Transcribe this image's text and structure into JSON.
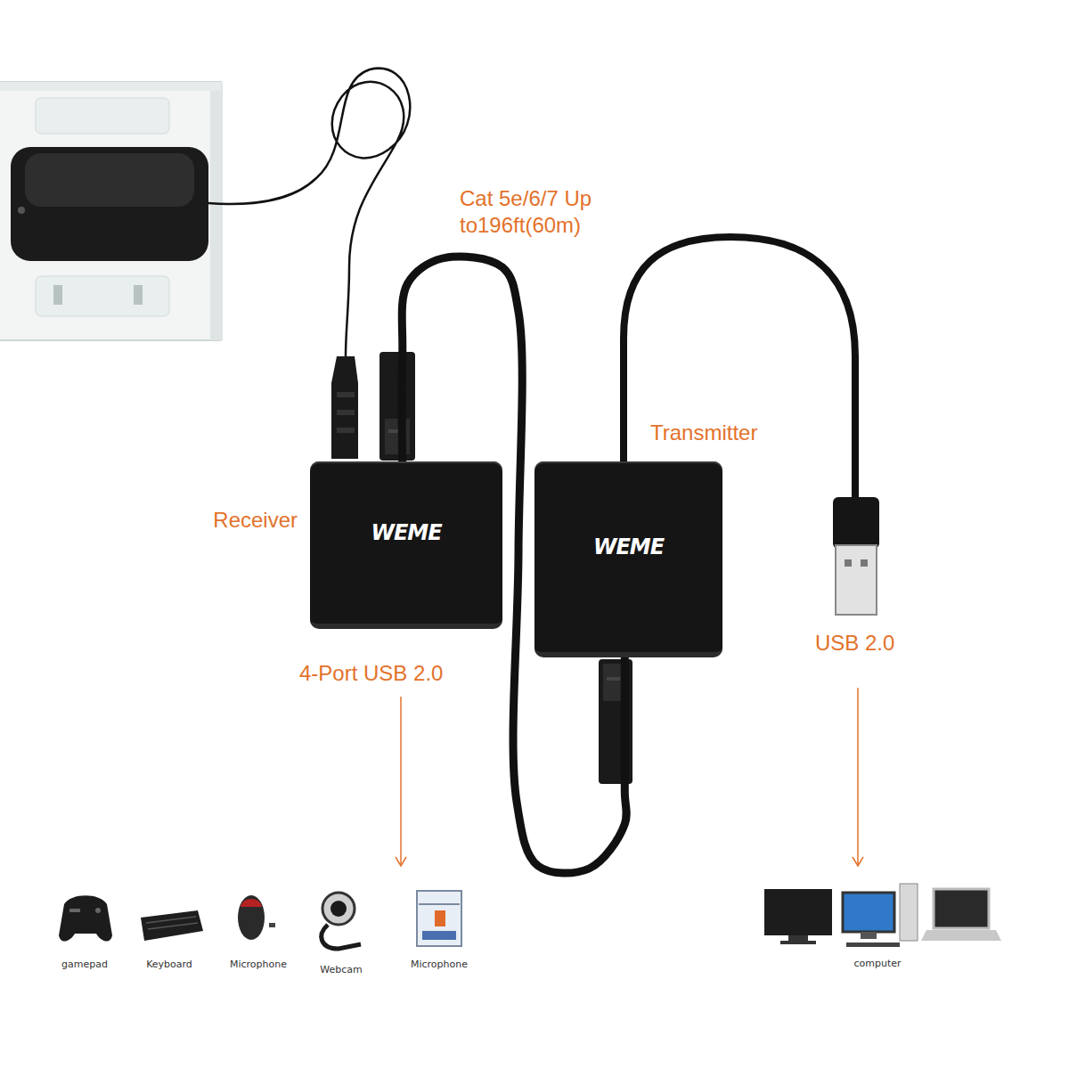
{
  "diagram": {
    "nodes": [
      {
        "text": [
          "Receiver",
          "WEME"
        ]
      },
      {
        "text": [
          "Transmitter",
          "WEME"
        ]
      }
    ],
    "edges": [
      {
        "from": 0,
        "to": 1,
        "arrow": "none",
        "label": "Cat 5e/6/7 Up to196ft(60m)"
      }
    ],
    "labels": [
      "4-Port USB 2.0",
      "USB 2.0",
      "gamepad",
      "Keyboard",
      "Microphone",
      "Webcam",
      "Microphone",
      "computer"
    ]
  }
}
